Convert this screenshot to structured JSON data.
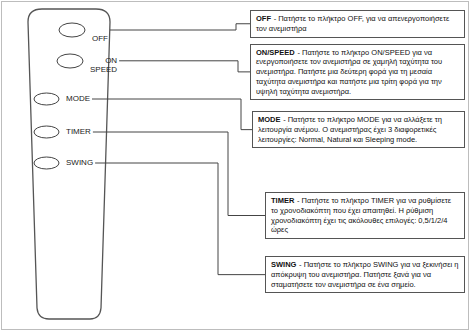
{
  "diagram": {
    "nodes": [
      {
        "text": [
          "OFF"
        ]
      },
      {
        "text": [
          "ON",
          "SPEED"
        ]
      },
      {
        "text": [
          "MODE"
        ]
      },
      {
        "text": [
          "TIMER"
        ]
      },
      {
        "text": [
          "SWING"
        ]
      },
      {
        "text": [
          "OFF",
          "- Πατήστε το πλήκτρο OFF, για να απενεργοποιήσετε τον ανεμιστήρα"
        ]
      },
      {
        "text": [
          "ON/SPEED",
          "- Πατήστε το πλήκτρο ON/SPEED για να ενεργοποιήσετε τον ανεμιστήρα σε χαμηλή ταχύτητα του ανεμιστήρα. Πατήστε μια δεύτερη φορά για τη μεσαία ταχύτητα ανεμιστήρα και πατήστε μια τρίτη φορά για την υψηλή ταχύτητα ανεμιστήρα."
        ]
      },
      {
        "text": [
          "MODE",
          "- Πατήστε το πλήκτρο MODE για να αλλάξετε τη λειτουργία ανέμου. Ο ανεμιστήρας έχει 3 διαφορετικές λειτουργίες: Normal, Natural και Sleeping mode."
        ]
      },
      {
        "text": [
          "TIMER",
          "- Πατήστε το πλήκτρο TIMER για να ρυθμίσετε το χρονοδιακόπτη που έχει απαιτηθεί. Η ρύθμιση χρονοδιακόπτη έχει τις ακόλουθες επιλογές: 0,5/1/2/4 ώρες"
        ]
      },
      {
        "text": [
          "SWING",
          "- Πατήστε το πλήκτρο SWING για να ξεκινήσει η απόκρυψη του ανεμιστήρα. Πατήστε ξανά για να σταματήσετε τον ανεμιστήρα σε ένα σημείο."
        ]
      }
    ],
    "edges": [
      {
        "from": 0,
        "to": 5,
        "arrow": "none"
      },
      {
        "from": 1,
        "to": 6,
        "arrow": "none"
      },
      {
        "from": 2,
        "to": 7,
        "arrow": "none"
      },
      {
        "from": 3,
        "to": 8,
        "arrow": "none"
      },
      {
        "from": 4,
        "to": 9,
        "arrow": "none"
      }
    ]
  }
}
